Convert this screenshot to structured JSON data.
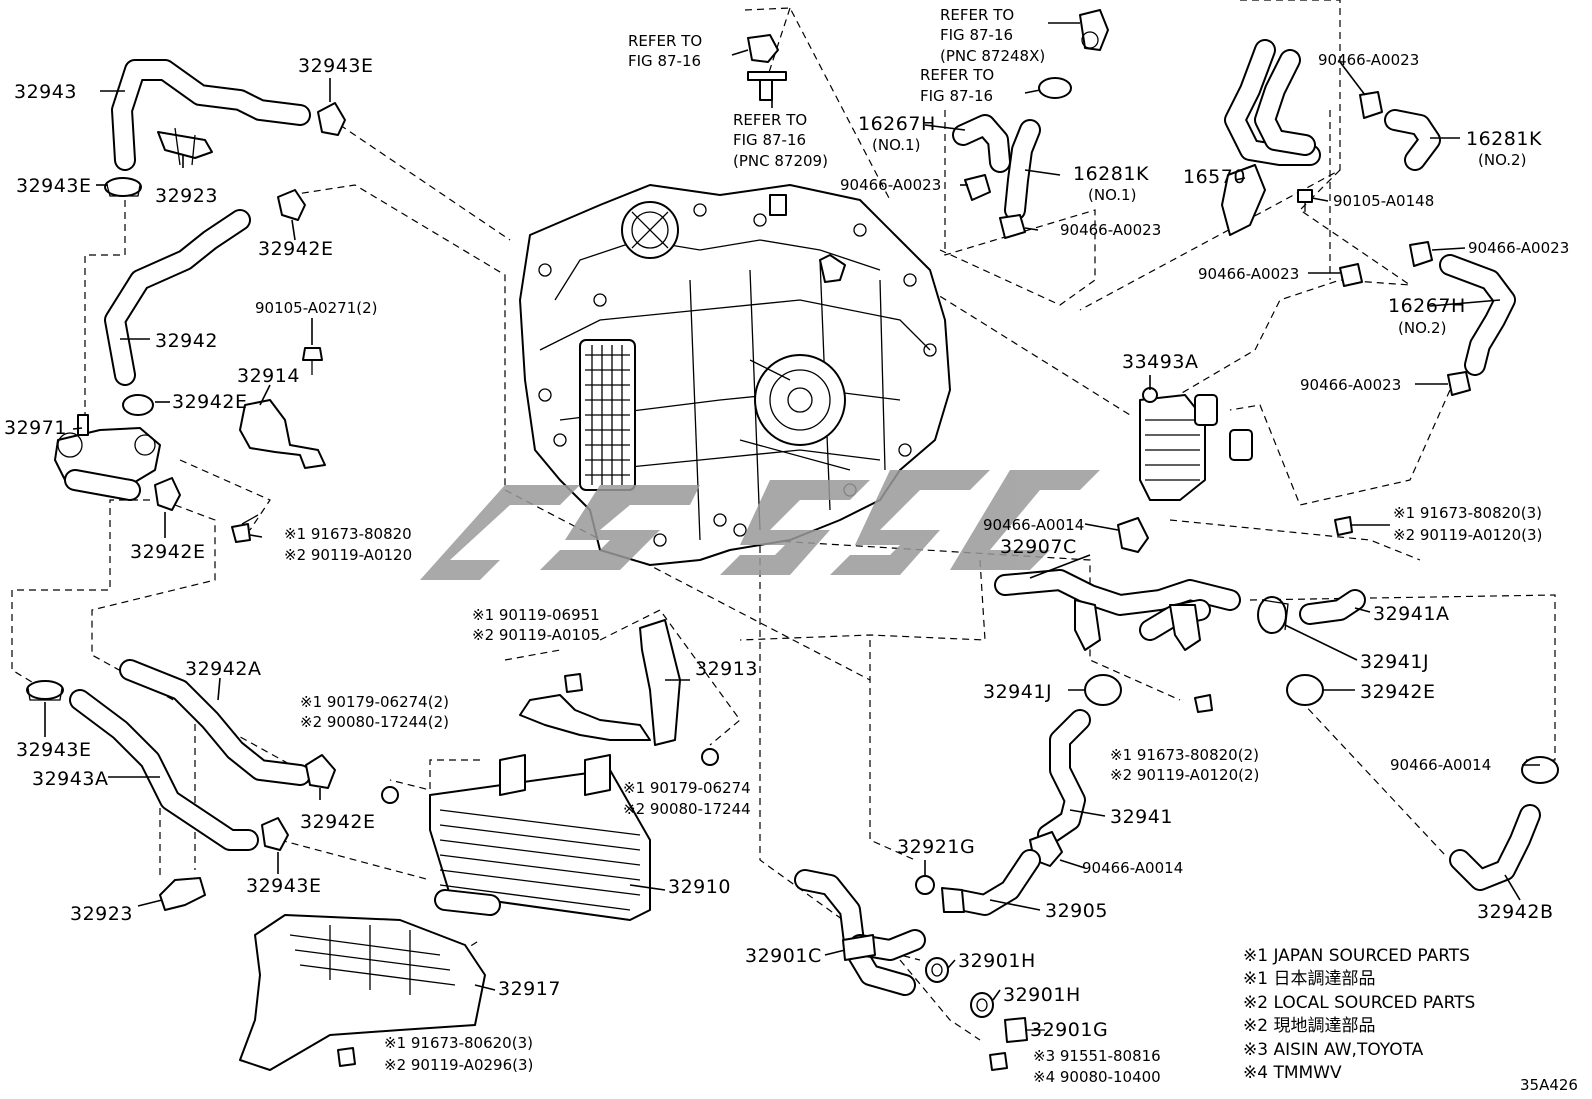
{
  "labels": {
    "p32943": "32943",
    "p32943E_top": "32943E",
    "p32943E_left": "32943E",
    "p32923_top": "32923",
    "p32942E_1": "32942E",
    "p32942": "32942",
    "p90105_A0271": "90105-A0271(2)",
    "p32914": "32914",
    "p32942E_2": "32942E",
    "p32971": "32971",
    "p32942E_3": "32942E",
    "p91673_80820": "※1 91673-80820",
    "p90119_A0120": "※2 90119-A0120",
    "p32943E_3": "32943E",
    "p32943A": "32943A",
    "p32942A": "32942A",
    "p32942E_4": "32942E",
    "p32943E_4": "32943E",
    "p32923_bot": "32923",
    "ref1_a": "REFER TO",
    "ref1_b": "FIG 87-16",
    "ref2_a": "REFER TO",
    "ref2_b": "FIG 87-16",
    "ref2_c": "(PNC 87209)",
    "ref3_a": "REFER TO",
    "ref3_b": "FIG 87-16",
    "ref3_c": "(PNC 87248X)",
    "ref4_a": "REFER TO",
    "ref4_b": "FIG 87-16",
    "p16267H_1": "16267H",
    "p16267H_1_no": "(NO.1)",
    "p90466_A0023_a": "90466-A0023",
    "p16281K_1": "16281K",
    "p16281K_1_no": "(NO.1)",
    "p90466_A0023_b": "90466-A0023",
    "p16570": "16570",
    "p90466_A0023_c": "90466-A0023",
    "p16281K_2": "16281K",
    "p16281K_2_no": "(NO.2)",
    "p90105_A0148": "90105-A0148",
    "p90466_A0023_d": "90466-A0023",
    "p90466_A0023_e": "90466-A0023",
    "p16267H_2": "16267H",
    "p16267H_2_no": "(NO.2)",
    "p90466_A0023_f": "90466-A0023",
    "p33493A": "33493A",
    "p91673_80820_3": "※1 91673-80820(3)",
    "p90119_A0120_3": "※2 90119-A0120(3)",
    "p90466_A0014_a": "90466-A0014",
    "p32907C": "32907C",
    "p32941A": "32941A",
    "p32941J_r": "32941J",
    "p32942E_r": "32942E",
    "p32941J_l": "32941J",
    "p91673_80820_2": "※1 91673-80820(2)",
    "p90119_A0120_2": "※2 90119-A0120(2)",
    "p90466_A0014_b": "90466-A0014",
    "p32941": "32941",
    "p32921G": "32921G",
    "p90466_A0014_c": "90466-A0014",
    "p32905": "32905",
    "p32942B": "32942B",
    "p90119_06951": "※1 90119-06951",
    "p90119_A0105": "※2 90119-A0105",
    "p32913": "32913",
    "p90179_06274_2": "※1 90179-06274(2)",
    "p90080_17244_2": "※2 90080-17244(2)",
    "p90179_06274": "※1 90179-06274",
    "p90080_17244": "※2 90080-17244",
    "p32910": "32910",
    "p32917": "32917",
    "p91673_80620": "※1 91673-80620(3)",
    "p90119_A0296": "※2 90119-A0296(3)",
    "p32901C": "32901C",
    "p32901H_a": "32901H",
    "p32901H_b": "32901H",
    "p32901G": "32901G",
    "p91551_80816": "※3 91551-80816",
    "p90080_10400": "※4 90080-10400"
  },
  "notes": [
    "※1 JAPAN SOURCED PARTS",
    "※1 日本調達部品",
    "※2 LOCAL SOURCED PARTS",
    "※2 現地調達部品",
    "※3 AISIN AW,TOYOTA",
    "※4 TMMWV"
  ],
  "figure_code": "35A426",
  "colors": {
    "line": "#000000",
    "watermark": "#9a9a9a",
    "background": "#ffffff"
  }
}
